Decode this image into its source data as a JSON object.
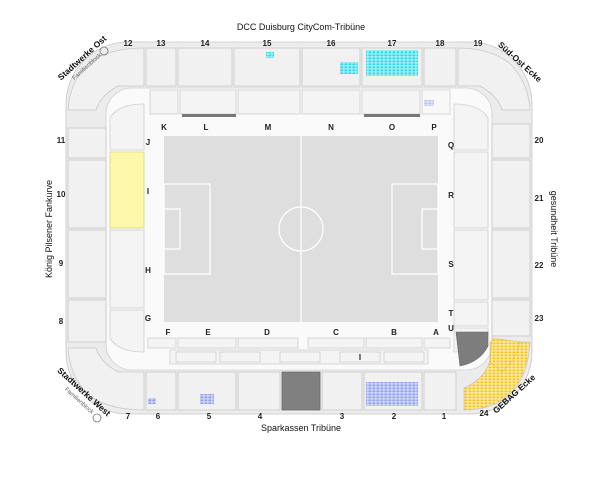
{
  "stands": {
    "north": "DCC Duisburg CityCom-Tribüne",
    "south": "Sparkassen Tribüne",
    "west": "König Pilsener Fankurve",
    "east": "gesundheit Tribüne",
    "nw_corner": "Stadtwerke Ost",
    "nw_family": "Familienblock",
    "sw_corner": "Stadtwerke West",
    "sw_family": "Familienblock",
    "ne_corner": "Süd-Ost Ecke",
    "se_corner": "GEBAG Ecke"
  },
  "block_numbers": {
    "n12": "12",
    "n13": "13",
    "n14": "14",
    "n15": "15",
    "n16": "16",
    "n17": "17",
    "n18": "18",
    "n19": "19",
    "w11": "11",
    "w10": "10",
    "w9": "9",
    "w8": "8",
    "e20": "20",
    "e21": "21",
    "e22": "22",
    "e23": "23",
    "s7": "7",
    "s6": "6",
    "s5": "5",
    "s4": "4",
    "s3": "3",
    "s2": "2",
    "s1": "1",
    "s24": "24"
  },
  "inner_letters": {
    "K": "K",
    "L": "L",
    "M": "M",
    "N": "N",
    "O": "O",
    "P": "P",
    "J": "J",
    "I": "I",
    "H": "H",
    "G": "G",
    "Q": "Q",
    "R": "R",
    "S": "S",
    "T": "T",
    "U": "U",
    "F": "F",
    "E": "E",
    "D": "D",
    "C": "C",
    "B": "B",
    "A": "A",
    "lower_I": "I"
  },
  "colors": {
    "background": "#ffffff",
    "block_fill": "#f1f1f1",
    "block_stroke": "#c8c8c8",
    "pitch": "#dedede",
    "highlight_yellow": "#fdf8a8",
    "away_yellow": "#f2c322",
    "seat_cyan": "#2ad9e8",
    "seat_blue": "#8e9df0",
    "dark_block": "#808080"
  }
}
